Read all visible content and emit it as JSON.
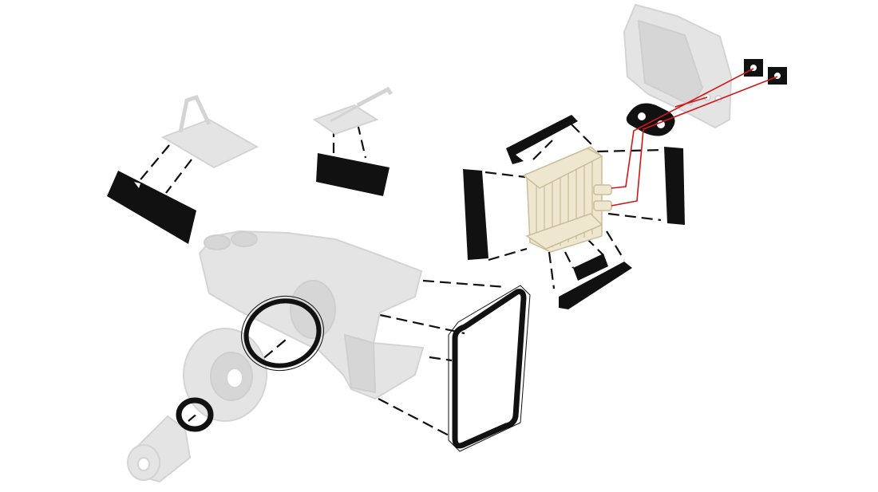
{
  "colors": {
    "background": "#ffffff",
    "ghost_part": "#e4e4e4",
    "ghost_outline": "#d4d4d4",
    "seal": "#111111",
    "heater_core": "#efe6cf",
    "wire": "#d01818"
  },
  "parts": [
    "heater-box",
    "blower-motor",
    "blower-wheel-housing",
    "blower-ring-gasket-large",
    "blower-ring-gasket-small",
    "heater-box-perimeter-gasket",
    "heater-core",
    "heater-core-side-seal-left",
    "heater-core-side-seal-right",
    "heater-core-top-channel-seal",
    "heater-core-bottom-channel-seal",
    "heater-core-bottom-pad",
    "left-door-seal-pad",
    "right-door-seal-pad",
    "firewall-tube-oval-seal",
    "firewall-grommet-pair",
    "firewall-plate"
  ]
}
